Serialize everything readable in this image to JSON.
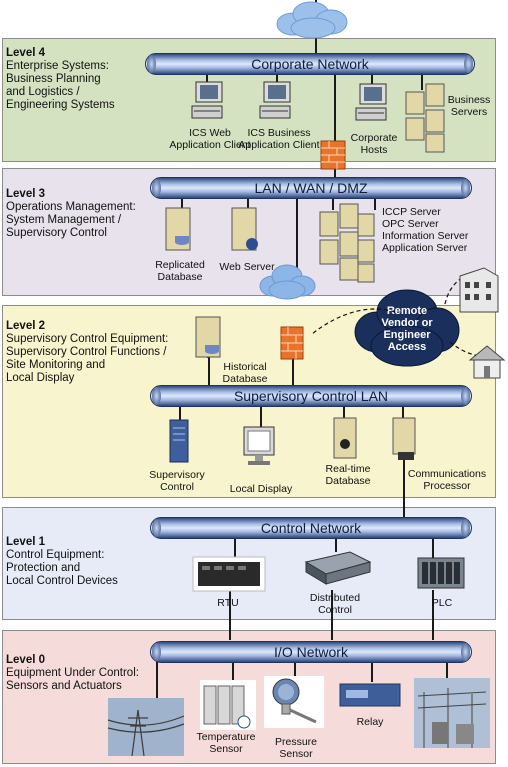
{
  "levels": {
    "l4": {
      "title": "Level 4",
      "desc": [
        "Enterprise Systems:",
        "Business Planning",
        "and Logistics /",
        "Engineering Systems"
      ]
    },
    "l3": {
      "title": "Level 3",
      "desc": [
        "Operations Management:",
        "System Management /",
        "Supervisory Control"
      ]
    },
    "l2": {
      "title": "Level 2",
      "desc": [
        "Supervisory Control Equipment:",
        "Supervisory Control Functions /",
        "Site Monitoring and",
        "Local Display"
      ]
    },
    "l1": {
      "title": "Level 1",
      "desc": [
        "Control Equipment:",
        "Protection and",
        "Local Control Devices"
      ]
    },
    "l0": {
      "title": "Level 0",
      "desc": [
        "Equipment Under Control:",
        "Sensors and Actuators"
      ]
    }
  },
  "buses": {
    "corporate": "Corporate Network",
    "lanwan": "LAN / WAN / DMZ",
    "supervisory": "Supervisory Control LAN",
    "control": "Control Network",
    "io": "I/O Network"
  },
  "labels": {
    "ics_web": [
      "ICS Web",
      "Application Client"
    ],
    "ics_business": [
      "ICS Business",
      "Application Client"
    ],
    "corporate_hosts": [
      "Corporate",
      "Hosts"
    ],
    "business_servers": [
      "Business",
      "Servers"
    ],
    "replicated_db": [
      "Replicated",
      "Database"
    ],
    "web_server": "Web Server",
    "server_group": [
      "ICCP Server",
      "OPC Server",
      "Information Server",
      "Application Server"
    ],
    "remote_access": [
      "Remote",
      "Vendor or",
      "Engineer",
      "Access"
    ],
    "historical_db": [
      "Historical",
      "Database"
    ],
    "supervisory_control": [
      "Supervisory",
      "Control"
    ],
    "local_display": "Local Display",
    "realtime_db": [
      "Real-time",
      "Database"
    ],
    "comm_processor": [
      "Communications",
      "Processor"
    ],
    "rtu": "RTU",
    "distributed_control": [
      "Distributed",
      "Control"
    ],
    "plc": "PLC",
    "temp_sensor": [
      "Temperature",
      "Sensor"
    ],
    "pressure_sensor": [
      "Pressure",
      "Sensor"
    ],
    "relay": "Relay"
  },
  "colors": {
    "l4": "#d5e2c1",
    "l3": "#e7e2ec",
    "l2": "#f8f4cd",
    "l1": "#e6ebf7",
    "l0": "#f5dcda",
    "firewall": "#e8732b",
    "cloud": "#8fb8e6",
    "remote_cloud": "#1b2f5c"
  }
}
